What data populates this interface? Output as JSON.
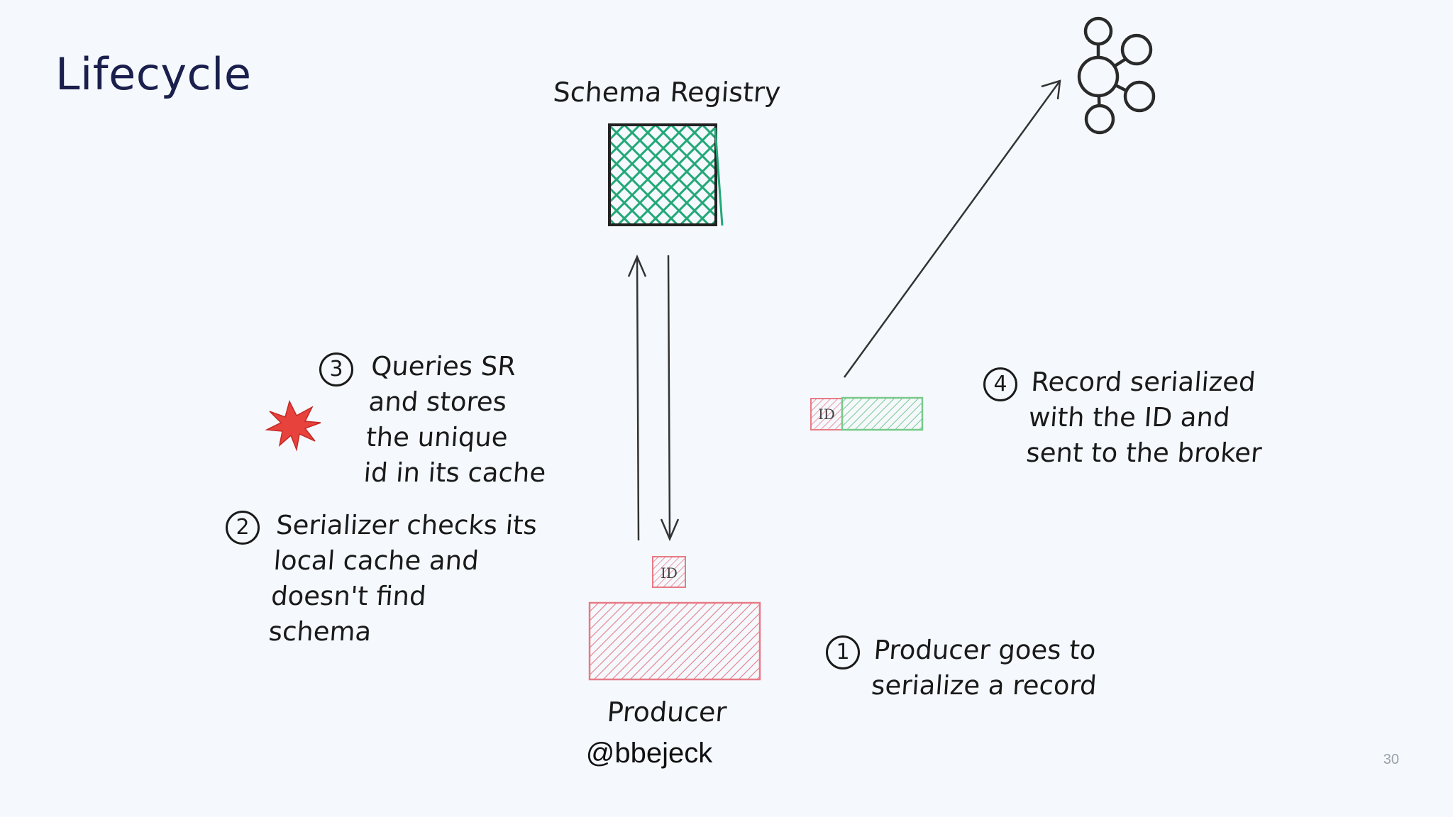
{
  "slide": {
    "title": "Lifecycle",
    "handle": "@bbejeck",
    "page_number": "30"
  },
  "nodes": {
    "schema_registry": {
      "label": "Schema Registry",
      "color": "#22a877"
    },
    "producer": {
      "label": "Producer",
      "color": "#e77b86"
    },
    "broker": {
      "icon": "kafka-cluster-icon"
    },
    "record": {
      "id_label": "ID",
      "payload_color": "#78c98a"
    },
    "producer_id": {
      "label": "ID"
    }
  },
  "steps": [
    {
      "number": "1",
      "lines": [
        "Producer goes to",
        "serialize a record"
      ]
    },
    {
      "number": "2",
      "lines": [
        "Serializer checks its",
        "local cache and",
        "doesn't find",
        "schema"
      ]
    },
    {
      "number": "3",
      "lines": [
        "Queries SR",
        "and stores",
        "the unique",
        "id in its cache"
      ]
    },
    {
      "number": "4",
      "lines": [
        "Record serialized",
        "with the ID and",
        "sent to the broker"
      ]
    }
  ],
  "icons": {
    "cache_miss": {
      "name": "starburst-icon",
      "color": "#e8423d"
    }
  }
}
